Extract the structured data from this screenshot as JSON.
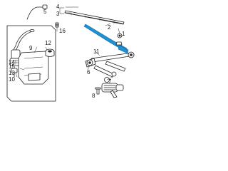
{
  "callouts": [
    {
      "id": "c1",
      "text": "5"
    },
    {
      "id": "c2",
      "text": "4"
    },
    {
      "id": "c3",
      "text": "3"
    },
    {
      "id": "c4",
      "text": "16"
    },
    {
      "id": "c5",
      "text": "2"
    },
    {
      "id": "c6",
      "text": "1"
    },
    {
      "id": "c7",
      "text": "11"
    },
    {
      "id": "c8",
      "text": "7"
    },
    {
      "id": "c9",
      "text": "9"
    },
    {
      "id": "c10",
      "text": "12"
    },
    {
      "id": "c11",
      "text": "14"
    },
    {
      "id": "c12",
      "text": "15"
    },
    {
      "id": "c13",
      "text": "13"
    },
    {
      "id": "c14",
      "text": "10"
    },
    {
      "id": "c15",
      "text": "6"
    },
    {
      "id": "c16",
      "text": "8"
    }
  ],
  "colors": {
    "ink": "#1f1f1f",
    "highlight": "#1e90d6",
    "background": "#ffffff"
  }
}
